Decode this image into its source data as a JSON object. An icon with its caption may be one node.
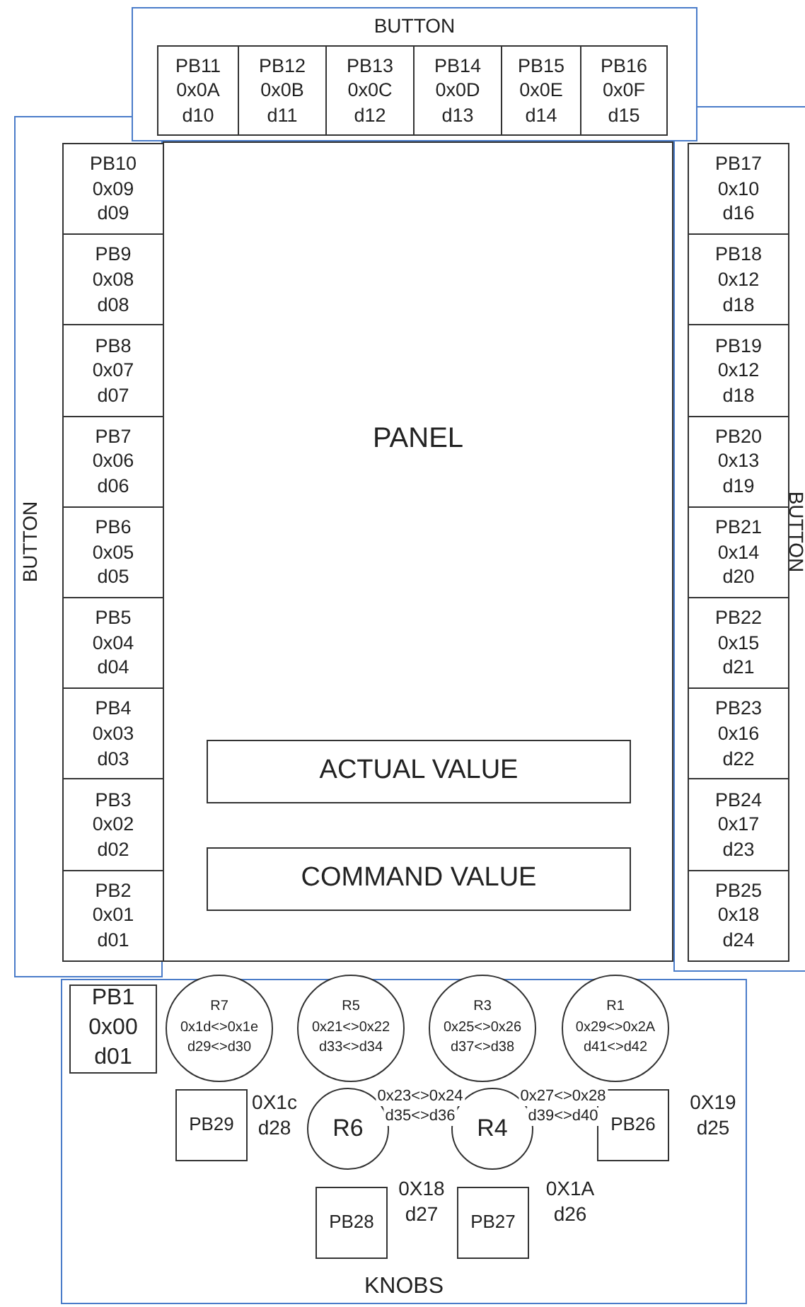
{
  "diagram": {
    "nodes": [
      {
        "text": [
          "BUTTON"
        ]
      },
      {
        "text": [
          "PB11",
          "0x0A",
          "d10"
        ],
        "in": 0
      },
      {
        "text": [
          "PB12",
          "0x0B",
          "d11"
        ],
        "in": 0
      },
      {
        "text": [
          "PB13",
          "0x0C",
          "d12"
        ],
        "in": 0
      },
      {
        "text": [
          "PB14",
          "0x0D",
          "d13"
        ],
        "in": 0
      },
      {
        "text": [
          "PB15",
          "0x0E",
          "d14"
        ],
        "in": 0
      },
      {
        "text": [
          "PB16",
          "0x0F",
          "d15"
        ],
        "in": 0
      },
      {
        "text": [
          "BUTTON"
        ]
      },
      {
        "text": [
          "PB10",
          "0x09",
          "d09"
        ],
        "in": 7
      },
      {
        "text": [
          "PB9",
          "0x08",
          "d08"
        ],
        "in": 7
      },
      {
        "text": [
          "PB8",
          "0x07",
          "d07"
        ],
        "in": 7
      },
      {
        "text": [
          "PB7",
          "0x06",
          "d06"
        ],
        "in": 7
      },
      {
        "text": [
          "PB6",
          "0x05",
          "d05"
        ],
        "in": 7
      },
      {
        "text": [
          "PB5",
          "0x04",
          "d04"
        ],
        "in": 7
      },
      {
        "text": [
          "PB4",
          "0x03",
          "d03"
        ],
        "in": 7
      },
      {
        "text": [
          "PB3",
          "0x02",
          "d02"
        ],
        "in": 7
      },
      {
        "text": [
          "PB2",
          "0x01",
          "d01"
        ],
        "in": 7
      },
      {
        "text": [
          "BUTTON"
        ]
      },
      {
        "text": [
          "PB17",
          "0x10",
          "d16"
        ],
        "in": 17
      },
      {
        "text": [
          "PB18",
          "0x12",
          "d18"
        ],
        "in": 17
      },
      {
        "text": [
          "PB19",
          "0x12",
          "d18"
        ],
        "in": 17
      },
      {
        "text": [
          "PB20",
          "0x13",
          "d19"
        ],
        "in": 17
      },
      {
        "text": [
          "PB21",
          "0x14",
          "d20"
        ],
        "in": 17
      },
      {
        "text": [
          "PB22",
          "0x15",
          "d21"
        ],
        "in": 17
      },
      {
        "text": [
          "PB23",
          "0x16",
          "d22"
        ],
        "in": 17
      },
      {
        "text": [
          "PB24",
          "0x17",
          "d23"
        ],
        "in": 17
      },
      {
        "text": [
          "PB25",
          "0x18",
          "d24"
        ],
        "in": 17
      },
      {
        "text": [
          "PANEL"
        ]
      },
      {
        "text": [
          "ACTUAL VALUE"
        ],
        "in": 27
      },
      {
        "text": [
          "COMMAND VALUE"
        ],
        "in": 27
      },
      {
        "text": [
          "KNOBS"
        ]
      },
      {
        "text": [
          "PB1",
          "0x00",
          "d01"
        ],
        "in": 30
      },
      {
        "text": [
          "R7",
          "0x1d<>0x1e",
          "d29<>d30"
        ],
        "in": 30
      },
      {
        "text": [
          "R5",
          "0x21<>0x22",
          "d33<>d34"
        ],
        "in": 30
      },
      {
        "text": [
          "R3",
          "0x25<>0x26",
          "d37<>d38"
        ],
        "in": 30
      },
      {
        "text": [
          "R1",
          "0x29<>0x2A",
          "d41<>d42"
        ],
        "in": 30
      },
      {
        "text": [
          "PB29"
        ],
        "in": 30,
        "beside": [
          "0X1c",
          "d28"
        ]
      },
      {
        "text": [
          "R6"
        ],
        "in": 30,
        "beside": [
          "0x23<>0x24",
          "d35<>d36"
        ]
      },
      {
        "text": [
          "R4"
        ],
        "in": 30,
        "beside": [
          "0x27<>0x28",
          "d39<>d40"
        ]
      },
      {
        "text": [
          "PB26"
        ],
        "in": 30,
        "beside": [
          "0X19",
          "d25"
        ]
      },
      {
        "text": [
          "PB28"
        ],
        "in": 30,
        "beside": [
          "0X18",
          "d27"
        ]
      },
      {
        "text": [
          "PB27"
        ],
        "in": 30,
        "beside": [
          "0X1A",
          "d26"
        ]
      }
    ],
    "edges": []
  }
}
